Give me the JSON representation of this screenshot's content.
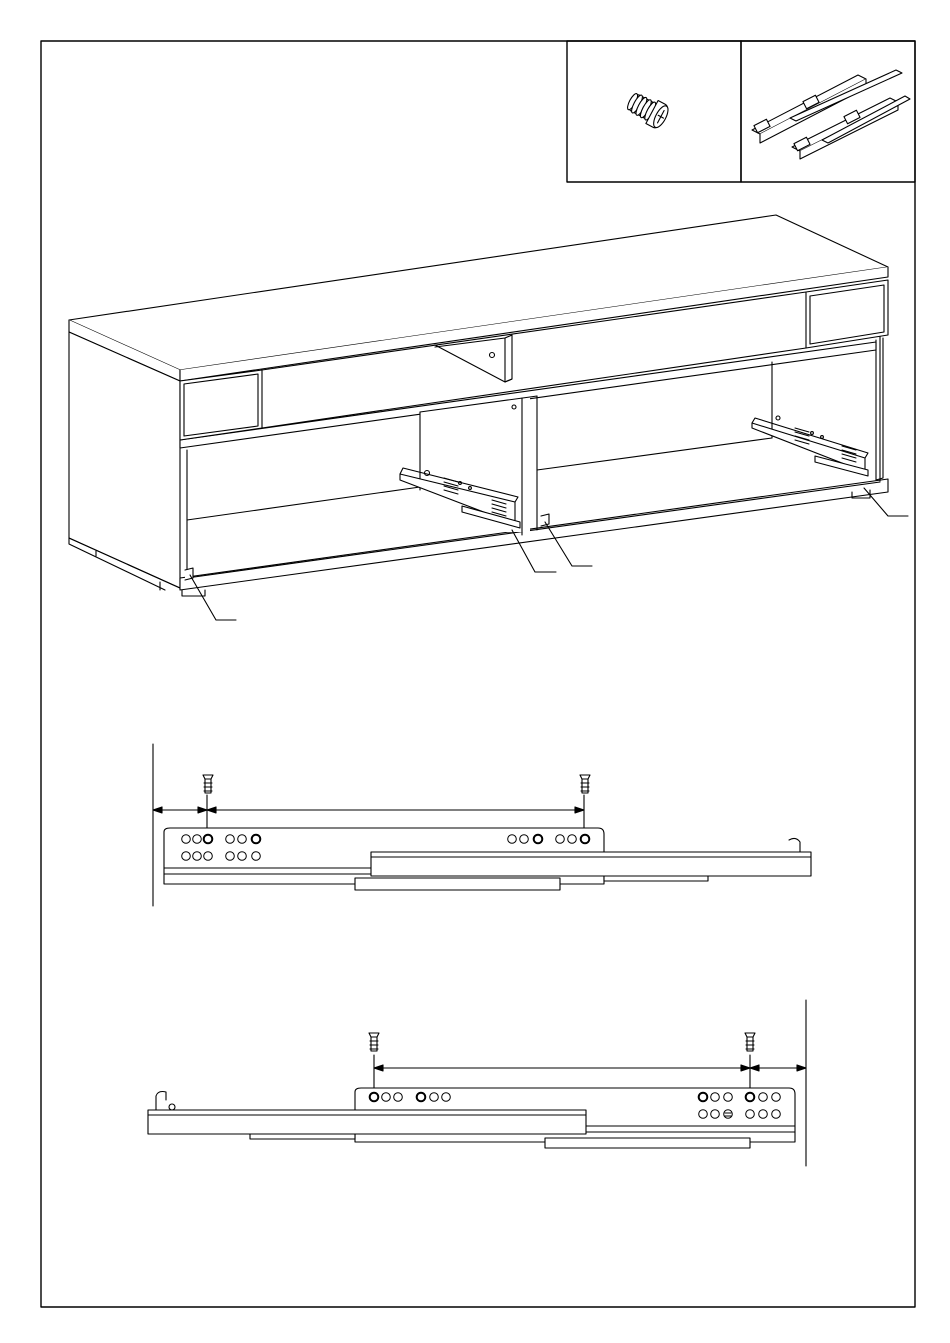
{
  "page": {
    "background": "#ffffff",
    "ink": "#000000",
    "fill": "#ffffff",
    "shade": "#d9d9d9"
  },
  "parts": [
    {
      "name": "screw-icon"
    },
    {
      "name": "drawer-runner-pair-icon"
    }
  ],
  "views": [
    {
      "name": "cabinet-isometric-view"
    },
    {
      "name": "left-runner-side-view"
    },
    {
      "name": "right-runner-side-view"
    }
  ]
}
